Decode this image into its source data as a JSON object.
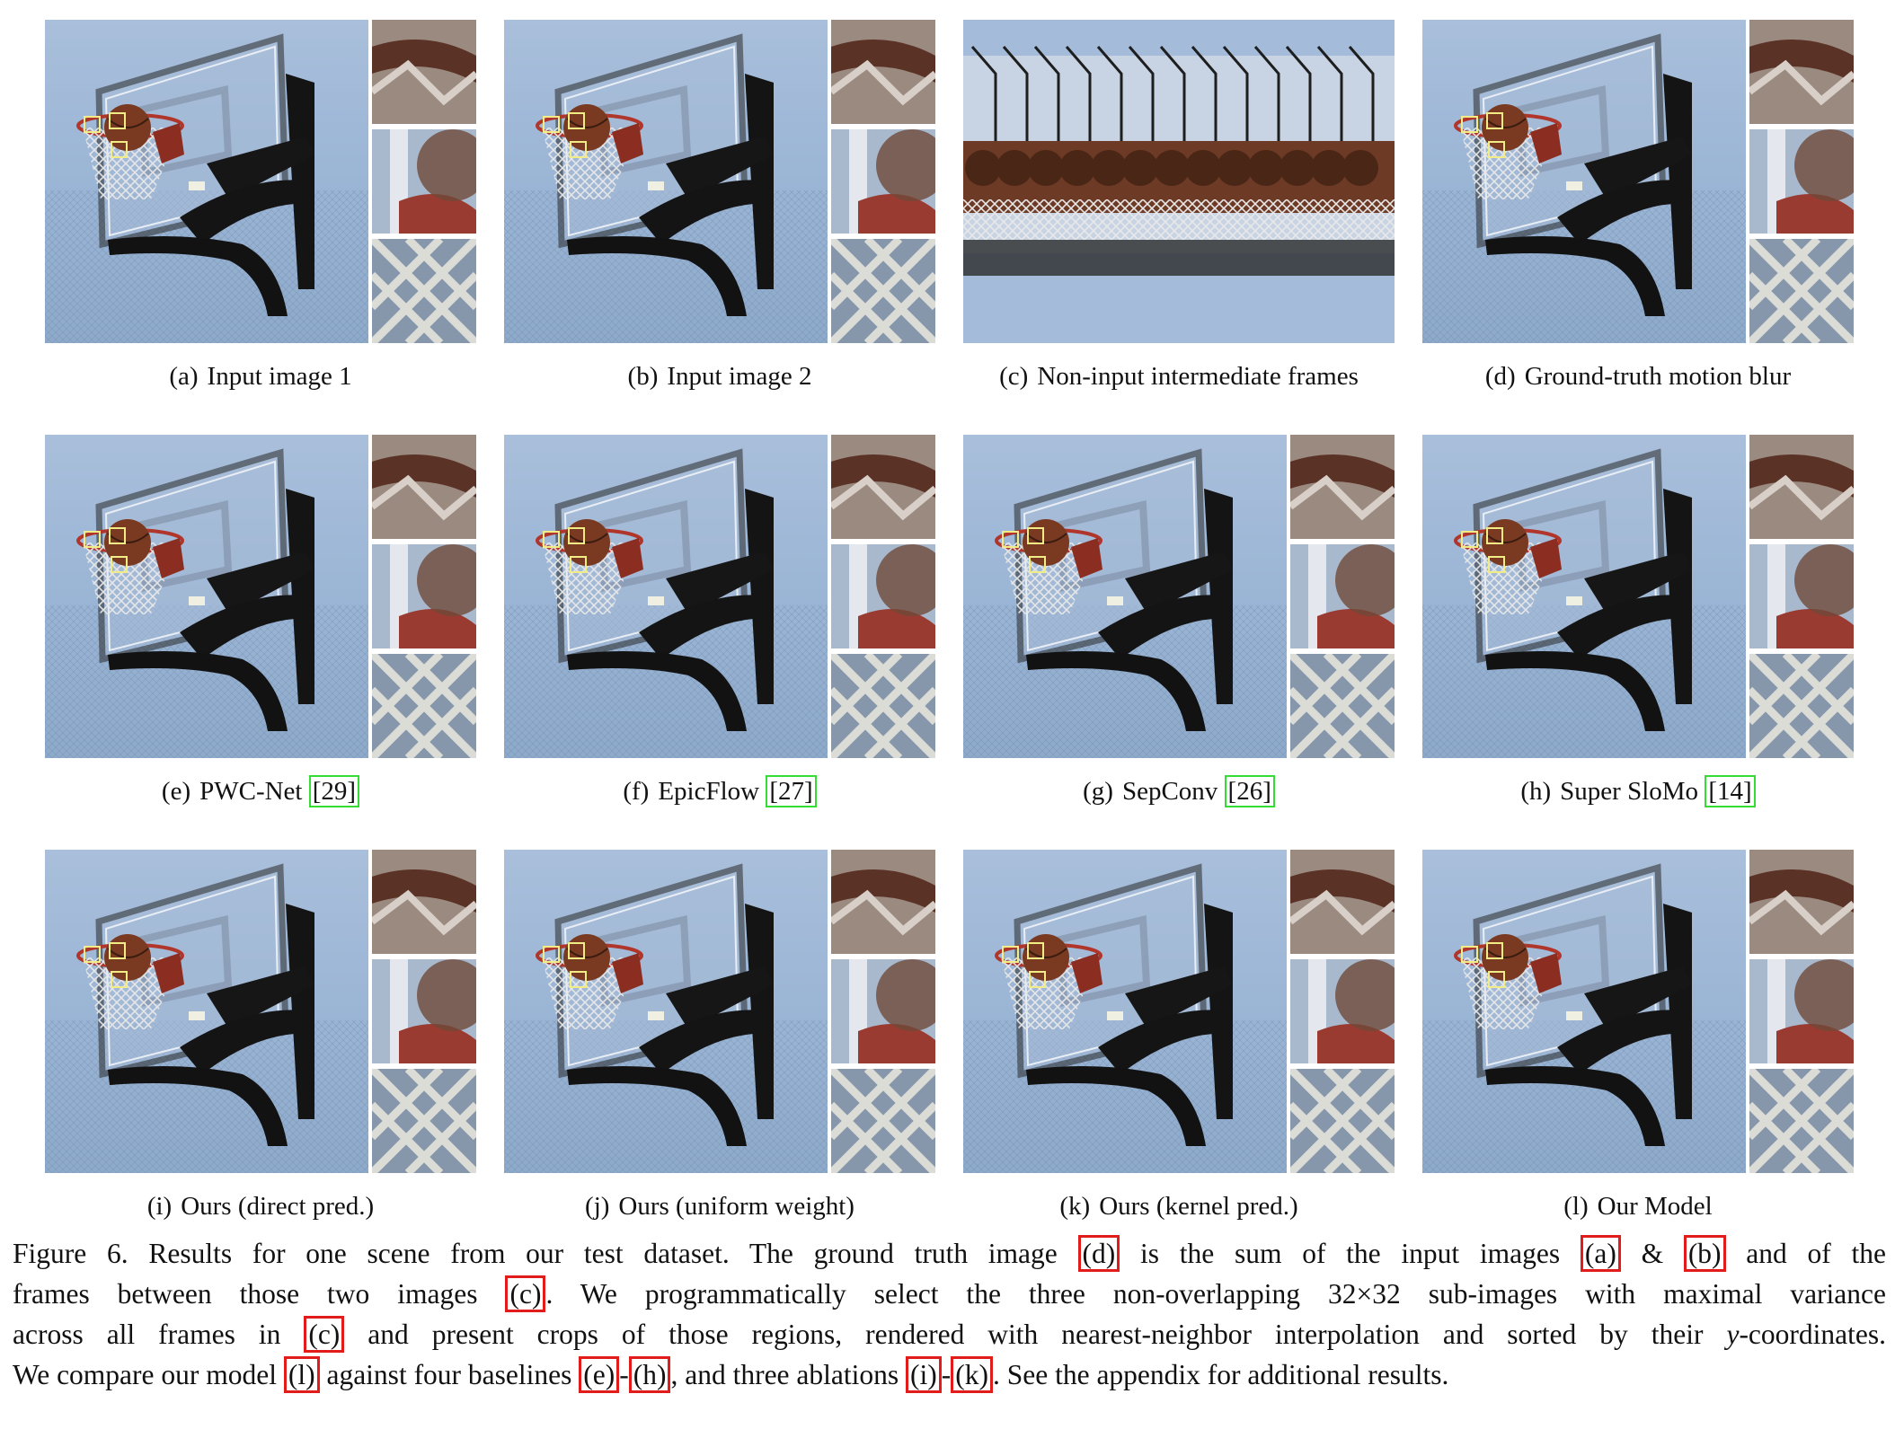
{
  "panels": [
    {
      "letter": "(a)",
      "label": "Input image 1",
      "ref": ""
    },
    {
      "letter": "(b)",
      "label": "Input image 2",
      "ref": ""
    },
    {
      "letter": "(c)",
      "label": "Non-input intermediate frames",
      "ref": ""
    },
    {
      "letter": "(d)",
      "label": "Ground-truth motion blur",
      "ref": ""
    },
    {
      "letter": "(e)",
      "label": "PWC-Net",
      "ref": "[29]"
    },
    {
      "letter": "(f)",
      "label": "EpicFlow",
      "ref": "[27]"
    },
    {
      "letter": "(g)",
      "label": "SepConv",
      "ref": "[26]"
    },
    {
      "letter": "(h)",
      "label": "Super SloMo",
      "ref": "[14]"
    },
    {
      "letter": "(i)",
      "label": "Ours (direct pred.)",
      "ref": ""
    },
    {
      "letter": "(j)",
      "label": "Ours (uniform weight)",
      "ref": ""
    },
    {
      "letter": "(k)",
      "label": "Ours (kernel pred.)",
      "ref": ""
    },
    {
      "letter": "(l)",
      "label": "Our Model",
      "ref": ""
    }
  ],
  "figure_caption": {
    "l1": {
      "a": "Figure 6.   Results for one scene from our test dataset.  The ground truth image ",
      "b1": "(d)",
      "c": " is the sum of the input images ",
      "b2": "(a)",
      "d": " & ",
      "b3": "(b)",
      "e": " and of the"
    },
    "l2": {
      "a": "frames between those two images ",
      "b1": "(c)",
      "c": ".  We programmatically select the three non-overlapping 32×32 sub-images with maximal variance"
    },
    "l3": {
      "a": "across all frames in ",
      "b1": "(c)",
      "c": " and present crops of those regions, rendered with nearest-neighbor interpolation and sorted by their ",
      "y": "y",
      "d": "-coordinates."
    },
    "l4": {
      "a": "We compare our model ",
      "b1": "(l)",
      "c": " against four baselines ",
      "b2": "(e)",
      "dash1": "-",
      "b3": "(h)",
      "d": ", and three ablations ",
      "b4": "(i)",
      "dash2": "-",
      "b5": "(k)",
      "e": ".  See the appendix for additional results."
    }
  },
  "colors": {
    "sky": "#9db7d6",
    "backboard_frame": "#1c1c1c",
    "rim": "#b0362b",
    "ball": "#7a3a22",
    "highlight_box": "#f2ec86",
    "ref_box": "#33dd33",
    "caption_box": "#e21b1b"
  }
}
